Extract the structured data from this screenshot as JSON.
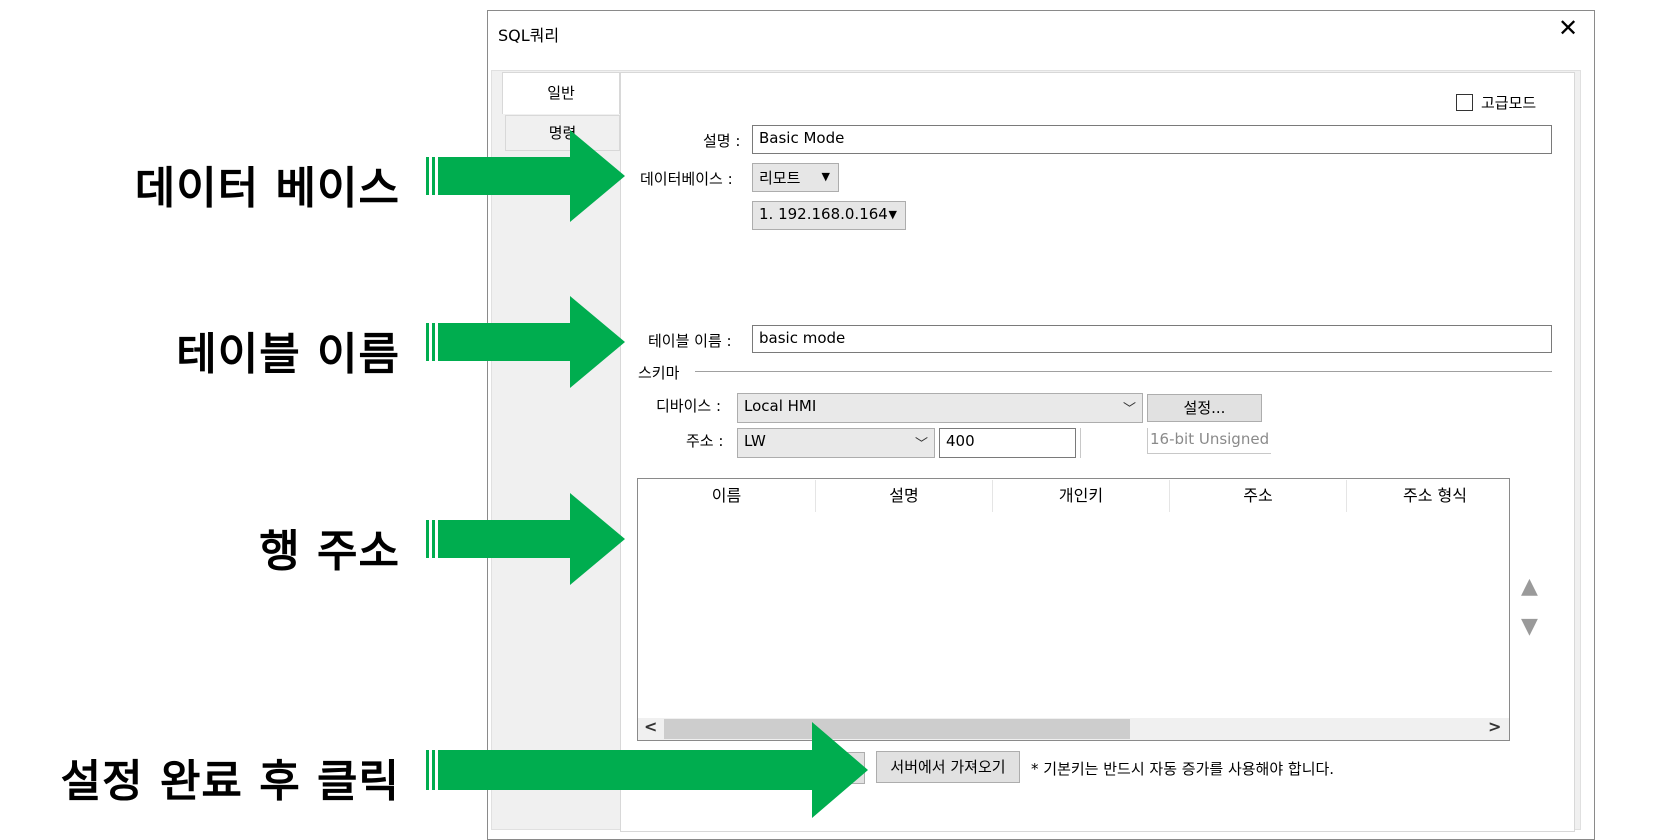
{
  "annotations": [
    {
      "id": "database",
      "label": "데이터 베이스"
    },
    {
      "id": "table-name",
      "label": "테이블 이름"
    },
    {
      "id": "row-address",
      "label": "행 주소"
    },
    {
      "id": "click-after",
      "label": "설정 완료 후 클릭"
    }
  ],
  "colors": {
    "arrow": "#00ad4f",
    "window_border": "#8a8a8a",
    "scroll_thumb": "#cdcdcd"
  },
  "dialog": {
    "title": "SQL쿼리",
    "close_glyph": "✕",
    "tabs": [
      "일반",
      "명령"
    ],
    "advanced_mode": "고급모드",
    "form": {
      "description_label": "설명 :",
      "description_value": "Basic Mode",
      "database_label": "데이터베이스 :",
      "database_type": "리모트",
      "database_server": "1. 192.168.0.164",
      "table_label": "테이블 이름 :",
      "table_value": "basic mode",
      "schema_label": "스키마",
      "device_label": "디바이스 :",
      "device_value": "Local HMI",
      "settings_button": "설정...",
      "address_label": "주소 :",
      "address_type": "LW",
      "address_value": "400",
      "address_format": "16-bit Unsigned"
    },
    "table": {
      "columns": [
        "이름",
        "설명",
        "개인키",
        "주소",
        "주소 형식"
      ],
      "rows": []
    },
    "scroll": {
      "left": "<",
      "right": ">"
    },
    "fetch_button": "서버에서 가져오기",
    "note": "* 기본키는 반드시 자동 증가를 사용해야 합니다.",
    "icons": {
      "up": "triangle-up-icon",
      "down": "triangle-down-icon",
      "dropdown": "caret-down-icon",
      "chevron": "chevron-down-icon"
    }
  }
}
